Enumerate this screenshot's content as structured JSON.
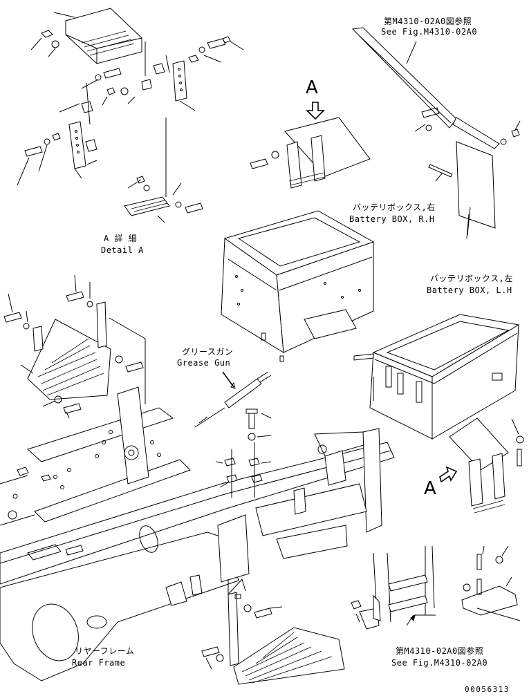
{
  "labels": {
    "ref_top_ja": "第M4310-02A0図参照",
    "ref_top_en": "See Fig.M4310-02A0",
    "detail_a_ja": "A 詳 細",
    "detail_a_en": "Detail A",
    "battery_rh_ja": "バッテリボックス,右",
    "battery_rh_en": "Battery BOX, R.H",
    "battery_lh_ja": "バッテリボックス,左",
    "battery_lh_en": "Battery BOX, L.H",
    "grease_ja": "グリースガン",
    "grease_en": "Grease Gun",
    "rear_frame_ja": "リヤーフレーム",
    "rear_frame_en": "Rear Frame",
    "ref_bottom_ja": "第M4310-02A0図参照",
    "ref_bottom_en": "See Fig.M4310-02A0",
    "view_a_top": "A",
    "view_a_side": "A",
    "drawing_number": "00056313"
  },
  "colors": {
    "ink": "#000000",
    "paper": "#ffffff"
  }
}
